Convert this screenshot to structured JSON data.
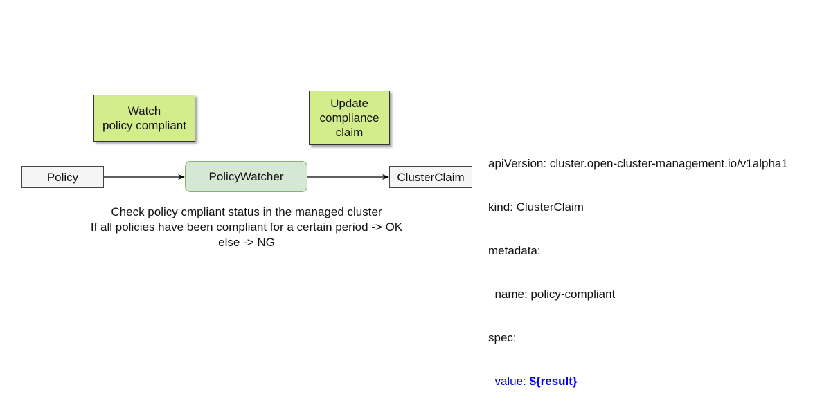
{
  "diagram": {
    "notes": {
      "watch": "Watch\npolicy compliant",
      "update": "Update\ncompliance\nclaim"
    },
    "nodes": {
      "policy": "Policy",
      "watcher": "PolicyWatcher",
      "cluster_claim": "ClusterClaim"
    },
    "caption": [
      "Check policy cmpliant status in the managed cluster",
      "If all policies have been compliant for a certain period -> OK",
      "else -> NG"
    ],
    "colors": {
      "note_fill": "#d4ed8c",
      "watcher_fill": "#d5e8d4",
      "watcher_border": "#82b366",
      "node_fill": "#f5f5f5",
      "value_text": "#0000ee"
    }
  },
  "yaml": {
    "api_version": "apiVersion: cluster.open-cluster-management.io/v1alpha1",
    "kind": "kind: ClusterClaim",
    "metadata": "metadata:",
    "name": "  name: policy-compliant",
    "spec": "spec:",
    "value_key": "  value: ",
    "value_var": "${result}"
  }
}
